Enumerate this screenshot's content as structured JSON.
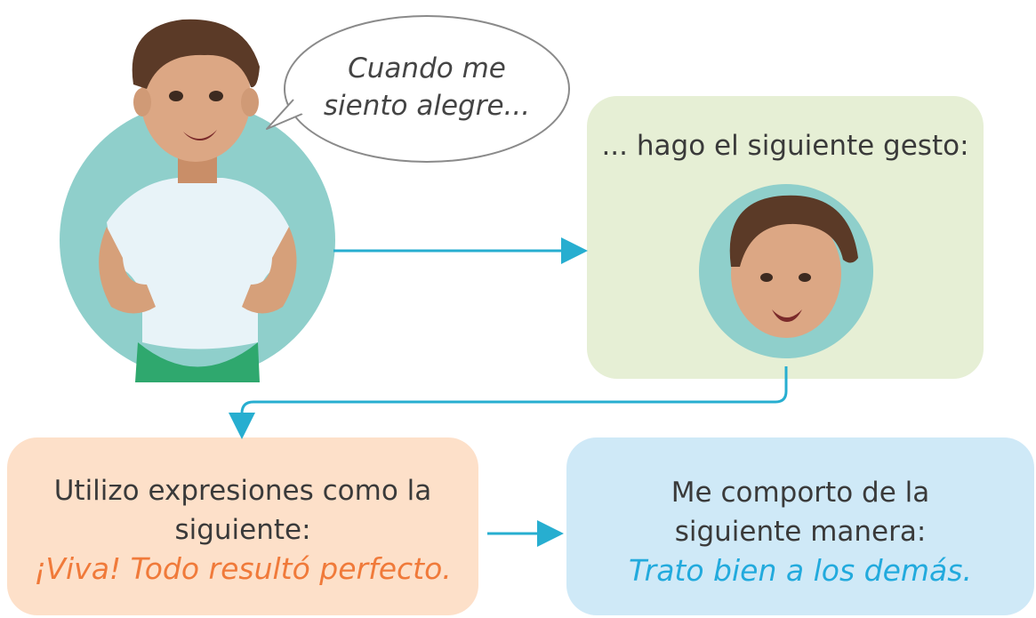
{
  "speech_bubble": {
    "text_line1": "Cuando me",
    "text_line2": "siento alegre..."
  },
  "gesture_box": {
    "label": "... hago el siguiente gesto:",
    "color": "#e6efd5"
  },
  "expression_box": {
    "line1": "Utilizo expresiones como la",
    "line2": "siguiente:",
    "example": "¡Viva! Todo resultó perfecto.",
    "example_color": "#f07a3a",
    "color": "#fde0c9"
  },
  "behavior_box": {
    "line1": "Me comporto de la",
    "line2": "siguiente manera:",
    "example": "Trato bien a los demás.",
    "example_color": "#22aadd",
    "color": "#cfe9f7"
  },
  "colors": {
    "teal_circle": "#8fcfcb",
    "arrow": "#27aed0"
  }
}
